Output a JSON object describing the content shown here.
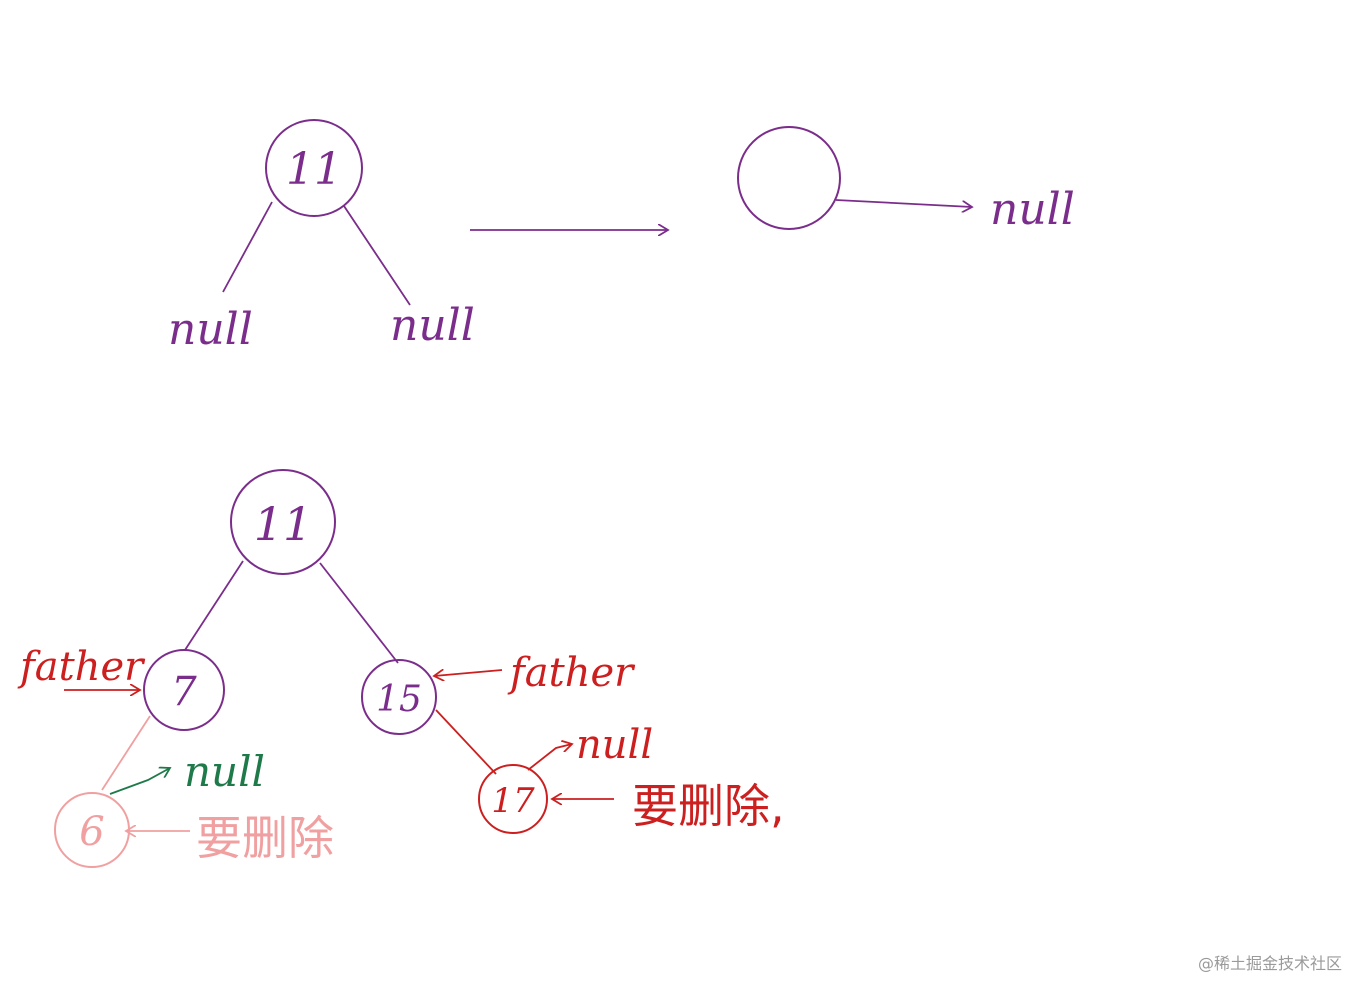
{
  "colors": {
    "purple": "#7b2d8b",
    "red": "#cc1f1f",
    "pink": "#f0a0a0",
    "green": "#1f7a4a",
    "watermark": "#9a9a9a"
  },
  "top_diagram": {
    "root_value": "11",
    "left_null": "null",
    "right_null": "null",
    "result_node_value": "",
    "result_null": "null"
  },
  "bottom_diagram": {
    "root_value": "11",
    "left_child_value": "7",
    "right_child_value": "15",
    "left_grandchild_value": "6",
    "right_grandchild_value": "17",
    "left_father_label": "father",
    "right_father_label": "father",
    "left_null": "null",
    "right_null": "null",
    "left_delete_label": "要删除",
    "right_delete_label": "要删除,"
  },
  "watermark": "@稀土掘金技术社区"
}
